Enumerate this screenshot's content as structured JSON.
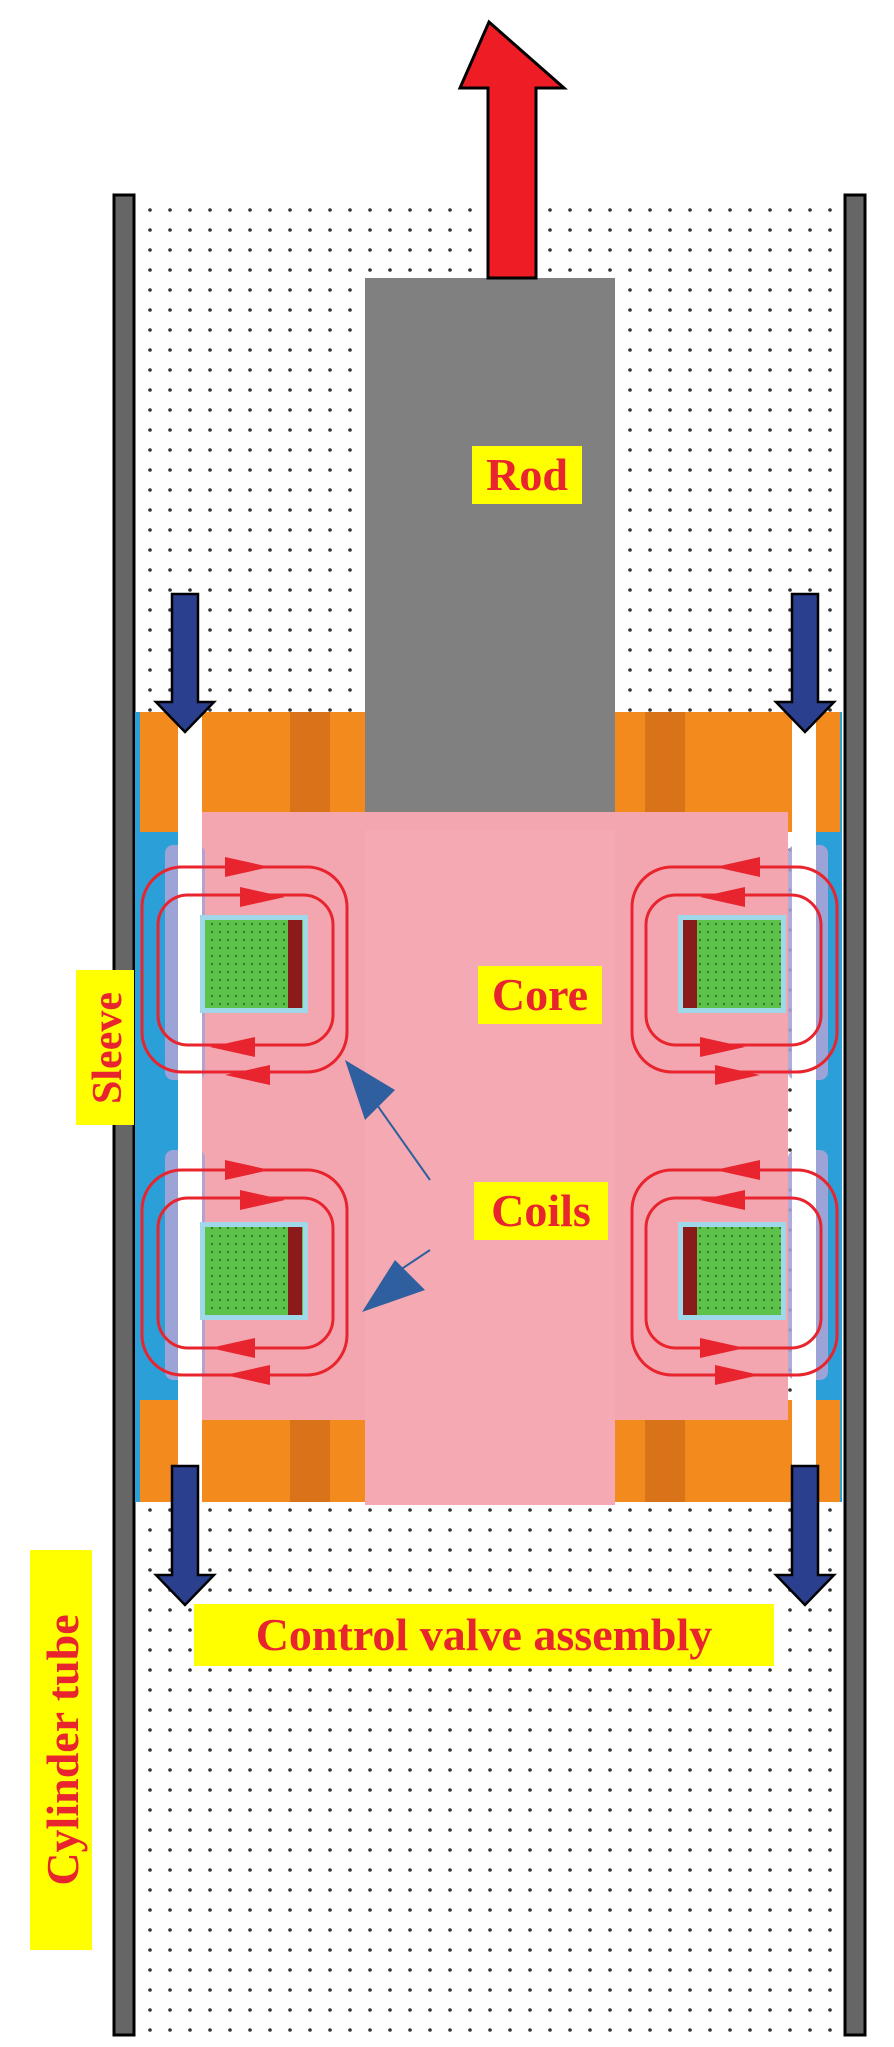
{
  "labels": {
    "rod": "Rod",
    "core": "Core",
    "coils": "Coils",
    "sleeve": "Sleeve",
    "control_valve_assembly": "Control valve assembly",
    "cylinder_tube": "Cylinder tube"
  },
  "colors": {
    "label_text": "#e8252e",
    "label_highlight": "#ffff00",
    "cylinder_wall": "#666666",
    "rod": "#808080",
    "core": "#f4a6b0",
    "sleeve": "#2a9fd8",
    "orange_parts": "#f28a1e",
    "flux_lines": "#e8252e",
    "flow_arrows": "#2b3f8f",
    "motion_arrow": "#e8252e",
    "coil_winding": "#4caf3a",
    "pointer_arrows": "#2f5f9e"
  },
  "icons": {
    "motion": "up-arrow-icon",
    "flow": "down-arrow-icon",
    "pointer": "triangle-pointer-icon"
  }
}
